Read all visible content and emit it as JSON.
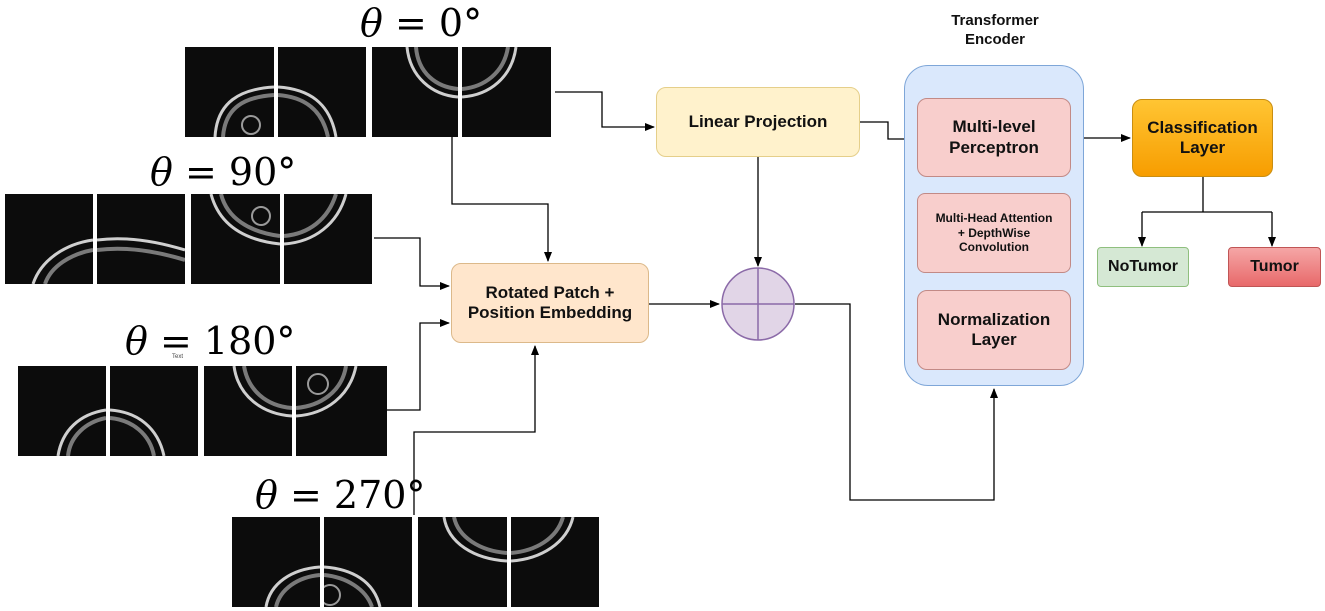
{
  "rotations": {
    "r0": "0°",
    "r90": "90°",
    "r180": "180°",
    "r270": "270°",
    "symbol": "θ = "
  },
  "stray_text": "Text",
  "nodes": {
    "linear_projection": "Linear Projection",
    "rotated_patch": "Rotated Patch + Position Embedding",
    "transformer_title": "Transformer Encoder",
    "mlp": "Multi-level Perceptron",
    "attention": "Multi-Head Attention + DepthWise Convolution",
    "normalization": "Normalization Layer",
    "classification": "Classification Layer",
    "no_tumor": "NoTumor",
    "tumor": "Tumor"
  },
  "colors": {
    "linear_projection": "#fff2cc",
    "rotated_patch": "#ffe6cc",
    "encoder": "#dae8fc",
    "encoder_blocks": "#f8cecc",
    "classification": "#ffc533",
    "no_tumor": "#d5e8d4",
    "tumor": "#ea6b6b",
    "add_node": "#e1d5e7"
  }
}
